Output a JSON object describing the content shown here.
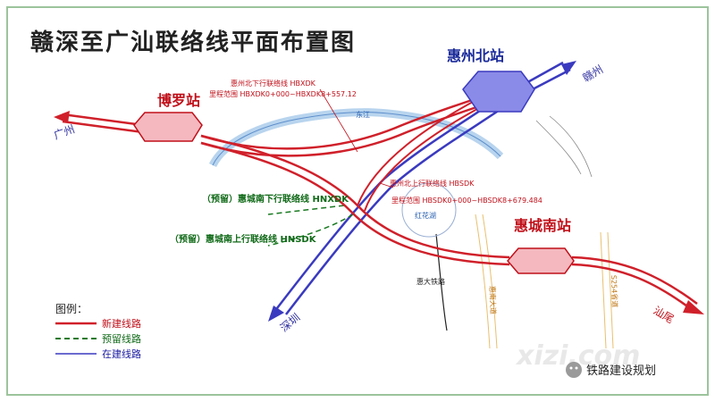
{
  "map": {
    "title": "赣深至广汕联络线平面布置图",
    "stations": {
      "boluo": "博罗站",
      "huizhou_north": "惠州北站",
      "huicheng_south": "惠城南站"
    },
    "directions": {
      "guangzhou": "广州",
      "ganzhou": "赣州",
      "shenzhen": "深圳",
      "shanwei": "汕尾"
    },
    "lines": {
      "hbxdk_name": "惠州北下行联络线 HBXDK",
      "hbxdk_range": "里程范围 HBXDK0+000~HBXDK8+557.12",
      "hbsdk_name": "惠州北上行联络线 HBSDK",
      "hbsdk_range": "里程范围 HBSDK0+000~HBSDK8+679.484",
      "hnxdk": "（预留）惠城南下行联络线 HNXDK",
      "hnsdk": "（预留）惠城南上行联络线 HNSDK"
    },
    "features": {
      "river": "东江",
      "lake": "红花湖",
      "huida_railway": "惠大铁路",
      "road_1": "惠南大道",
      "road_2": "S254省道"
    },
    "legend": {
      "title": "图例：",
      "new": "新建线路",
      "reserved": "预留线路",
      "under_construction": "在建线路"
    },
    "watermark": "铁路建设规划",
    "watermark_site": "xizi.com",
    "colors": {
      "new_line": "#d0202a",
      "reserved_line": "#1a7a22",
      "construction_line": "#3a3ac0",
      "station_fill_red": "#f5b8bf",
      "station_fill_blue": "#8a8ae8",
      "river": "#a8c8e8"
    }
  }
}
